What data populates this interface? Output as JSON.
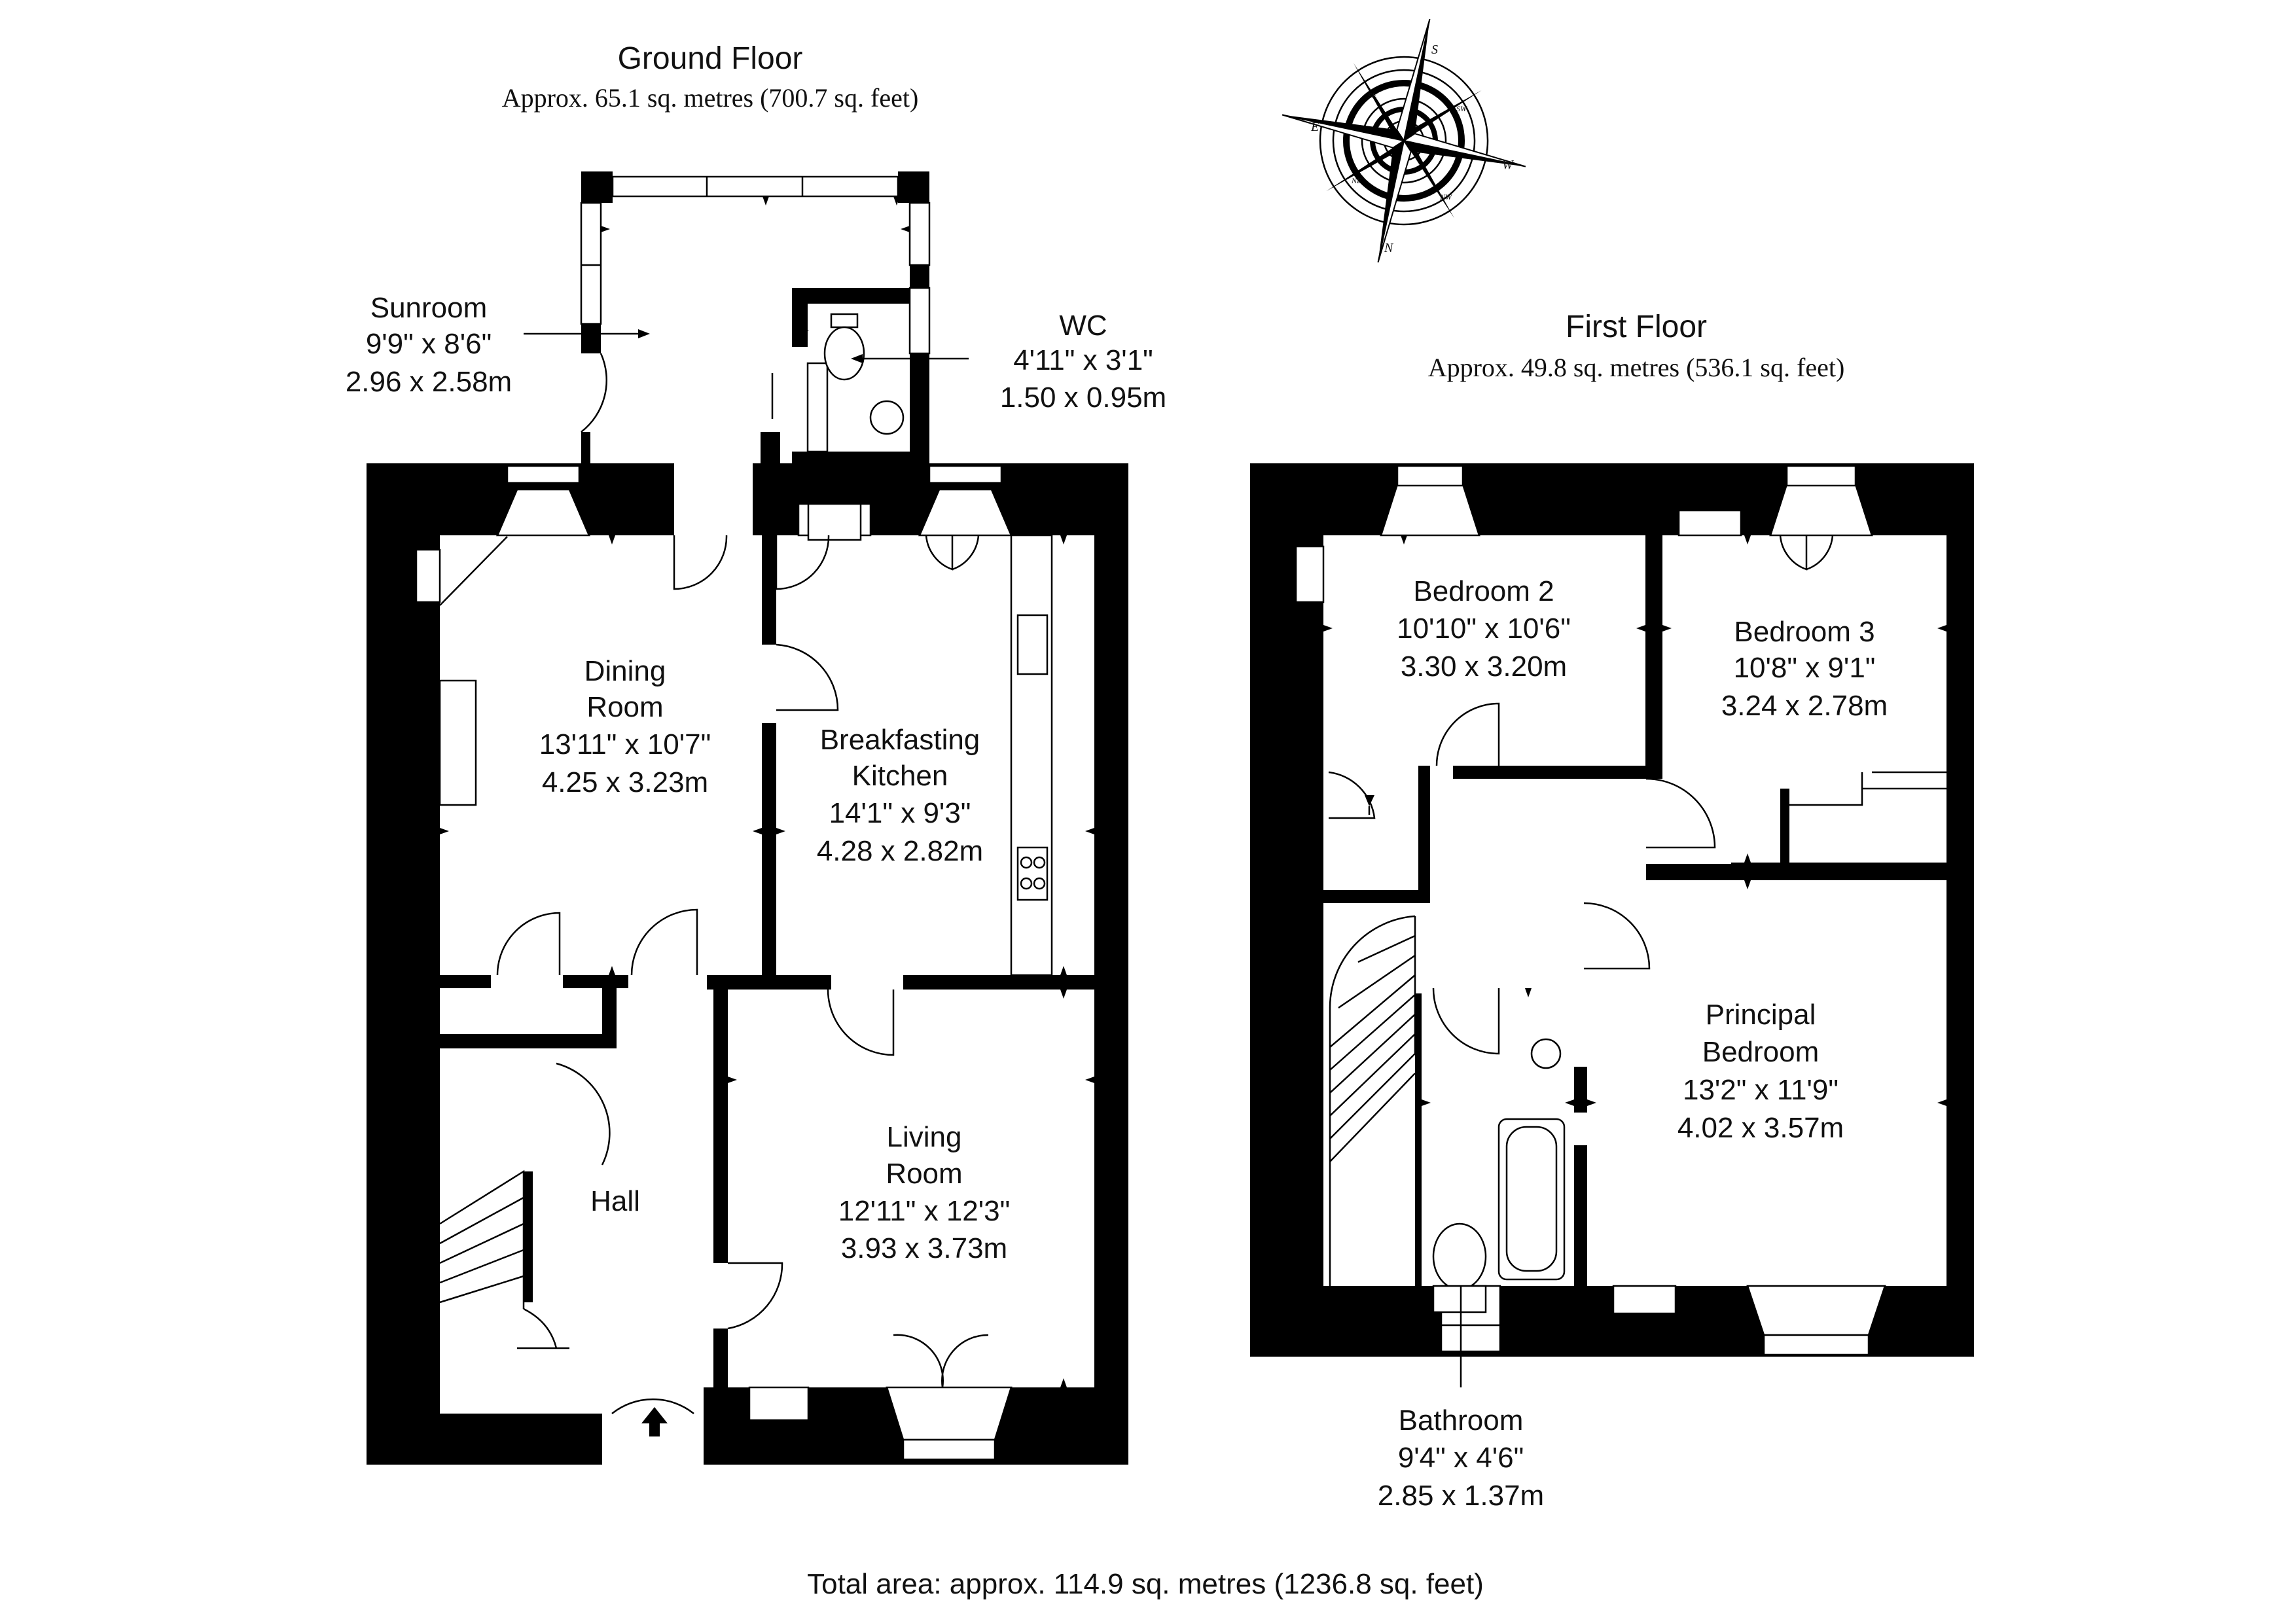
{
  "ground_floor": {
    "title": "Ground Floor",
    "area": "Approx. 65.1 sq. metres (700.7 sq. feet)",
    "rooms": {
      "sunroom": {
        "name": "Sunroom",
        "imperial": "9'9\" x 8'6\"",
        "metric": "2.96 x 2.58m"
      },
      "wc": {
        "name": "WC",
        "imperial": "4'11\" x 3'1\"",
        "metric": "1.50 x 0.95m"
      },
      "dining": {
        "name_line1": "Dining",
        "name_line2": "Room",
        "imperial": "13'11\" x 10'7\"",
        "metric": "4.25 x 3.23m"
      },
      "kitchen": {
        "name_line1": "Breakfasting",
        "name_line2": "Kitchen",
        "imperial": "14'1\" x 9'3\"",
        "metric": "4.28 x 2.82m"
      },
      "living": {
        "name_line1": "Living",
        "name_line2": "Room",
        "imperial": "12'11\" x 12'3\"",
        "metric": "3.93 x 3.73m"
      },
      "hall": {
        "name": "Hall"
      }
    }
  },
  "first_floor": {
    "title": "First Floor",
    "area": "Approx. 49.8 sq. metres (536.1 sq. feet)",
    "rooms": {
      "bedroom2": {
        "name": "Bedroom 2",
        "imperial": "10'10\" x 10'6\"",
        "metric": "3.30 x 3.20m"
      },
      "bedroom3": {
        "name": "Bedroom 3",
        "imperial": "10'8\" x 9'1\"",
        "metric": "3.24 x 2.78m"
      },
      "principal": {
        "name_line1": "Principal",
        "name_line2": "Bedroom",
        "imperial": "13'2\" x 11'9\"",
        "metric": "4.02 x 3.57m"
      },
      "bathroom": {
        "name": "Bathroom",
        "imperial": "9'4\" x 4'6\"",
        "metric": "2.85 x 1.37m"
      }
    }
  },
  "compass": {
    "n": "N",
    "s": "S",
    "e": "E",
    "w": "W",
    "nw": "NW",
    "ne": "NE",
    "sw": "SW",
    "se": "SE"
  },
  "total_area": "Total area: approx. 114.9 sq. metres (1236.8 sq. feet)",
  "colors": {
    "wall": "#000000",
    "background": "#ffffff"
  }
}
